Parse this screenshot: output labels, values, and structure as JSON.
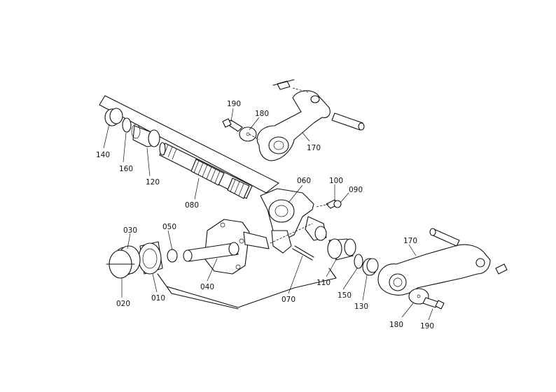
{
  "labels": [
    {
      "id": "l140",
      "text": "140"
    },
    {
      "id": "l160",
      "text": "160"
    },
    {
      "id": "l120",
      "text": "120"
    },
    {
      "id": "l080",
      "text": "080"
    },
    {
      "id": "l190a",
      "text": "190"
    },
    {
      "id": "l180a",
      "text": "180"
    },
    {
      "id": "l170a",
      "text": "170"
    },
    {
      "id": "l060",
      "text": "060"
    },
    {
      "id": "l100",
      "text": "100"
    },
    {
      "id": "l090",
      "text": "090"
    },
    {
      "id": "l030",
      "text": "030"
    },
    {
      "id": "l050",
      "text": "050"
    },
    {
      "id": "l020",
      "text": "020"
    },
    {
      "id": "l010",
      "text": "010"
    },
    {
      "id": "l040",
      "text": "040"
    },
    {
      "id": "l070",
      "text": "070"
    },
    {
      "id": "l110",
      "text": "110"
    },
    {
      "id": "l150",
      "text": "150"
    },
    {
      "id": "l130",
      "text": "130"
    },
    {
      "id": "l170b",
      "text": "170"
    },
    {
      "id": "l180b",
      "text": "180"
    },
    {
      "id": "l190b",
      "text": "190"
    }
  ]
}
